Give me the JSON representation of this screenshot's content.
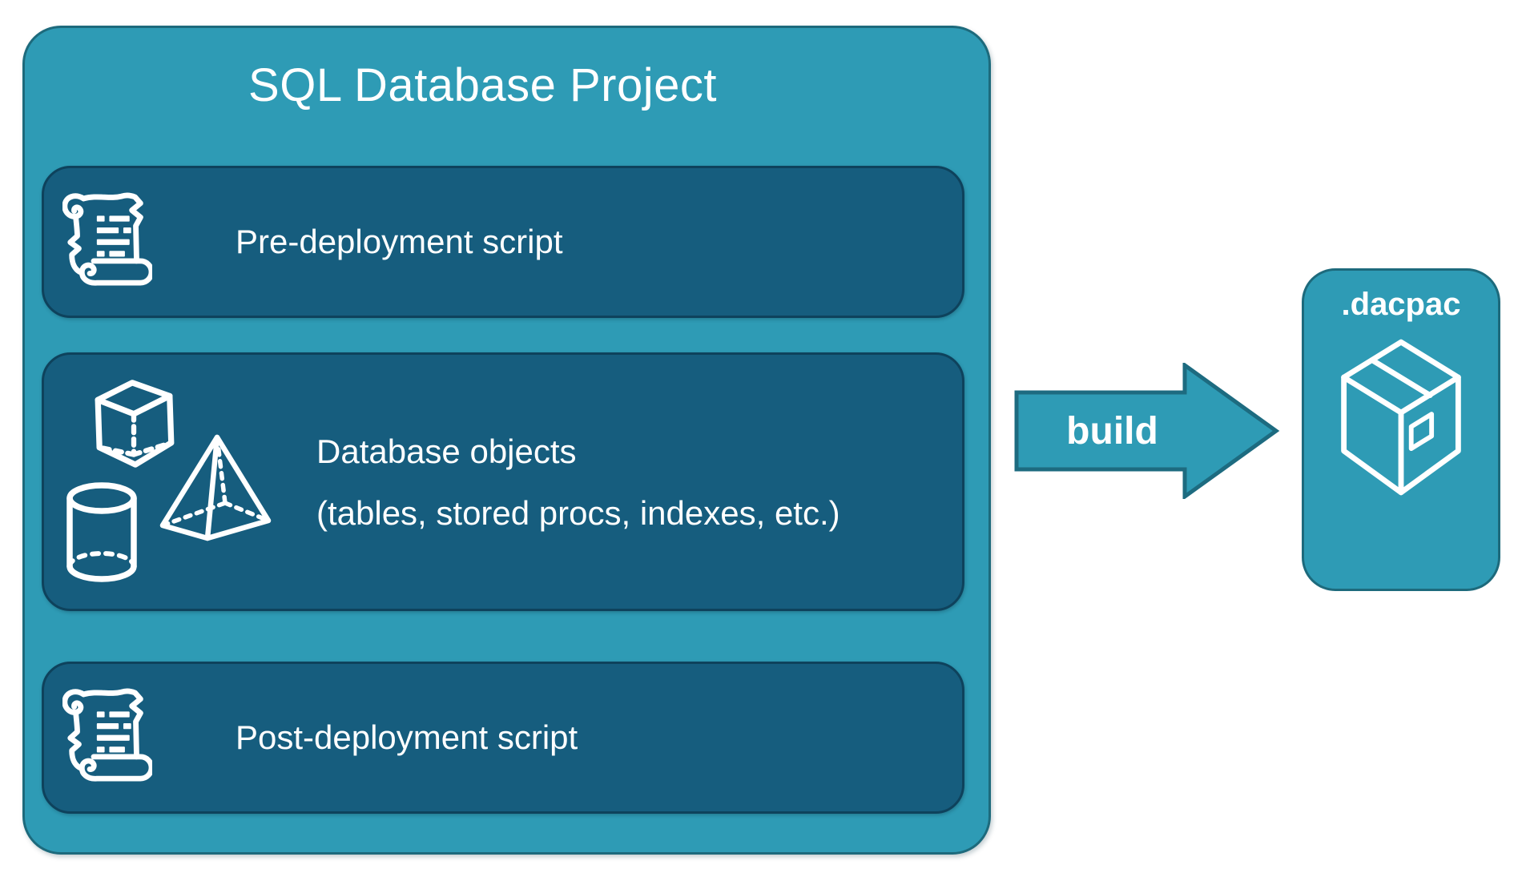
{
  "project": {
    "title": "SQL Database Project",
    "items": [
      {
        "id": "pre",
        "label": "Pre-deployment script",
        "icon": "scroll-icon"
      },
      {
        "id": "objects",
        "label_line1": "Database objects",
        "label_line2": "(tables, stored procs, indexes, etc.)",
        "icons": [
          "cube-icon",
          "pyramid-icon",
          "cylinder-icon"
        ]
      },
      {
        "id": "post",
        "label": "Post-deployment script",
        "icon": "scroll-icon"
      }
    ]
  },
  "arrow": {
    "label": "build"
  },
  "output": {
    "label": ".dacpac",
    "icon": "package-icon"
  },
  "colors": {
    "teal": "#2e9bb5",
    "teal-border": "#1d6a7c",
    "panel": "#165d7e",
    "panel-border": "#0e425c",
    "arrow-border": "#1d6b80",
    "text": "#ffffff"
  }
}
